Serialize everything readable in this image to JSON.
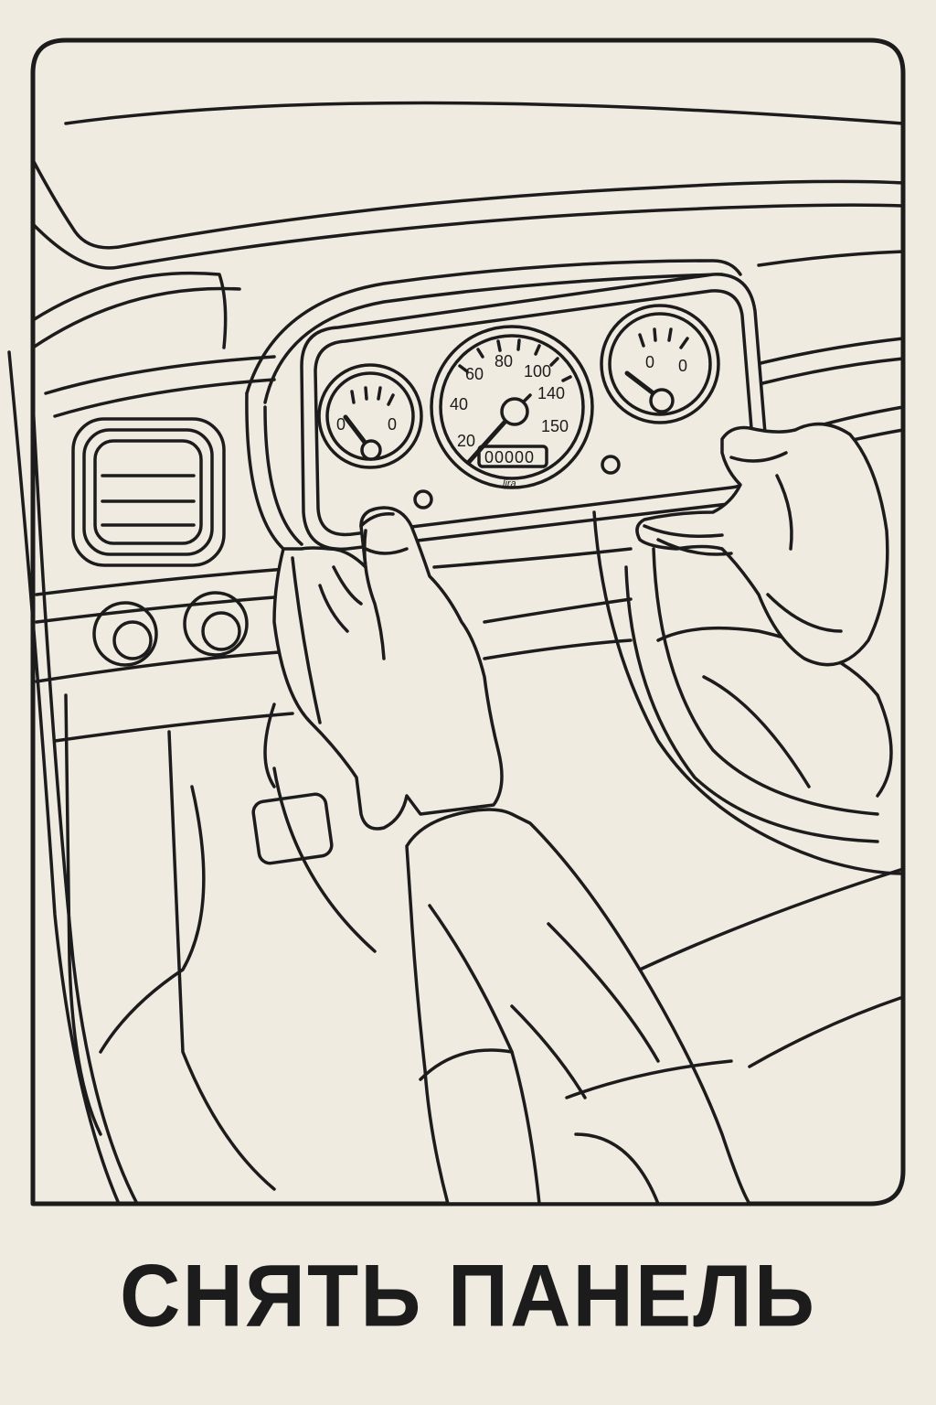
{
  "caption": {
    "text": "СНЯТЬ ПАНЕЛЬ"
  },
  "speedometer": {
    "scale_labels": [
      "20",
      "40",
      "60",
      "80",
      "100",
      "140",
      "150"
    ],
    "odometer": "00000",
    "brand": "lira"
  },
  "left_gauge": {
    "labels": [
      "0",
      "0"
    ]
  },
  "right_gauge": {
    "labels": [
      "0",
      "0"
    ]
  },
  "colors": {
    "background": "#f0ebe0",
    "ink": "#1c1c1c"
  },
  "icons": [
    "dashboard-illustration",
    "steering-wheel-icon",
    "speedometer-icon",
    "gauge-icon",
    "air-vent-icon",
    "hand-icon"
  ]
}
